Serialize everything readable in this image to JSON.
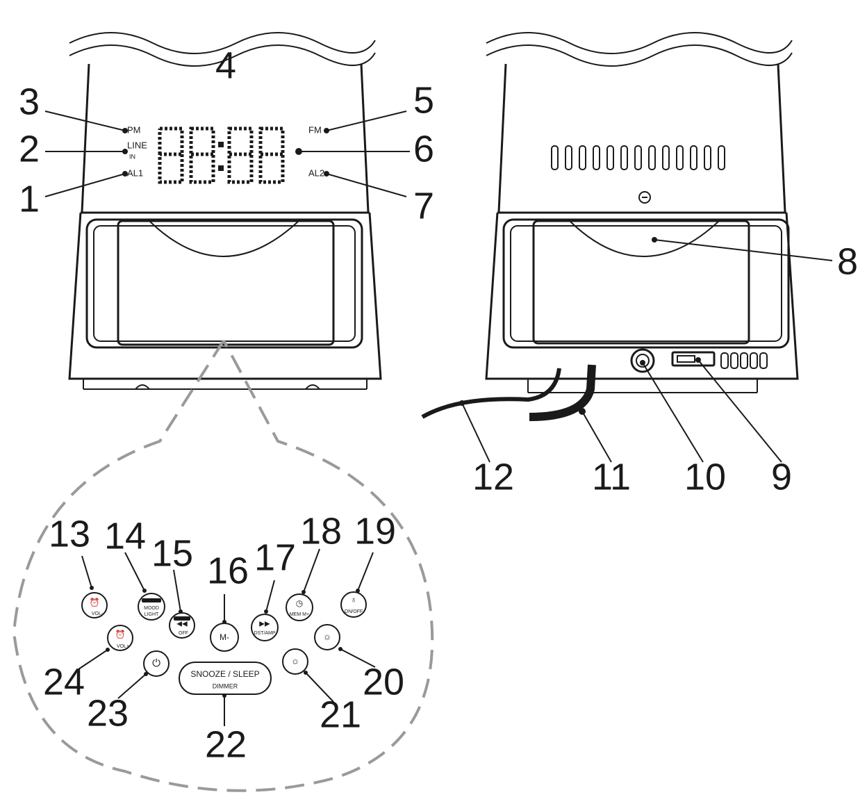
{
  "display": {
    "pm": "PM",
    "line": "LINE",
    "in": "IN",
    "al1": "AL1",
    "fm": "FM",
    "al2": "AL2"
  },
  "buttons": {
    "b13_text": "VOL-",
    "b14_text1": "MOOD",
    "b14_text2": "LIGHT",
    "b15_text": "OFF",
    "b16_text": "M-",
    "b17_text": "DST/AMP",
    "b18_text": "MEM M+",
    "b19_text": "ON/OFF",
    "b24_text": "VOL+",
    "b22_text1": "SNOOZE / SLEEP",
    "b22_text2": "DIMMER"
  },
  "callouts": {
    "c1": "1",
    "c2": "2",
    "c3": "3",
    "c4": "4",
    "c5": "5",
    "c6": "6",
    "c7": "7",
    "c8": "8",
    "c9": "9",
    "c10": "10",
    "c11": "11",
    "c12": "12",
    "c13": "13",
    "c14": "14",
    "c15": "15",
    "c16": "16",
    "c17": "17",
    "c18": "18",
    "c19": "19",
    "c20": "20",
    "c21": "21",
    "c22": "22",
    "c23": "23",
    "c24": "24"
  }
}
